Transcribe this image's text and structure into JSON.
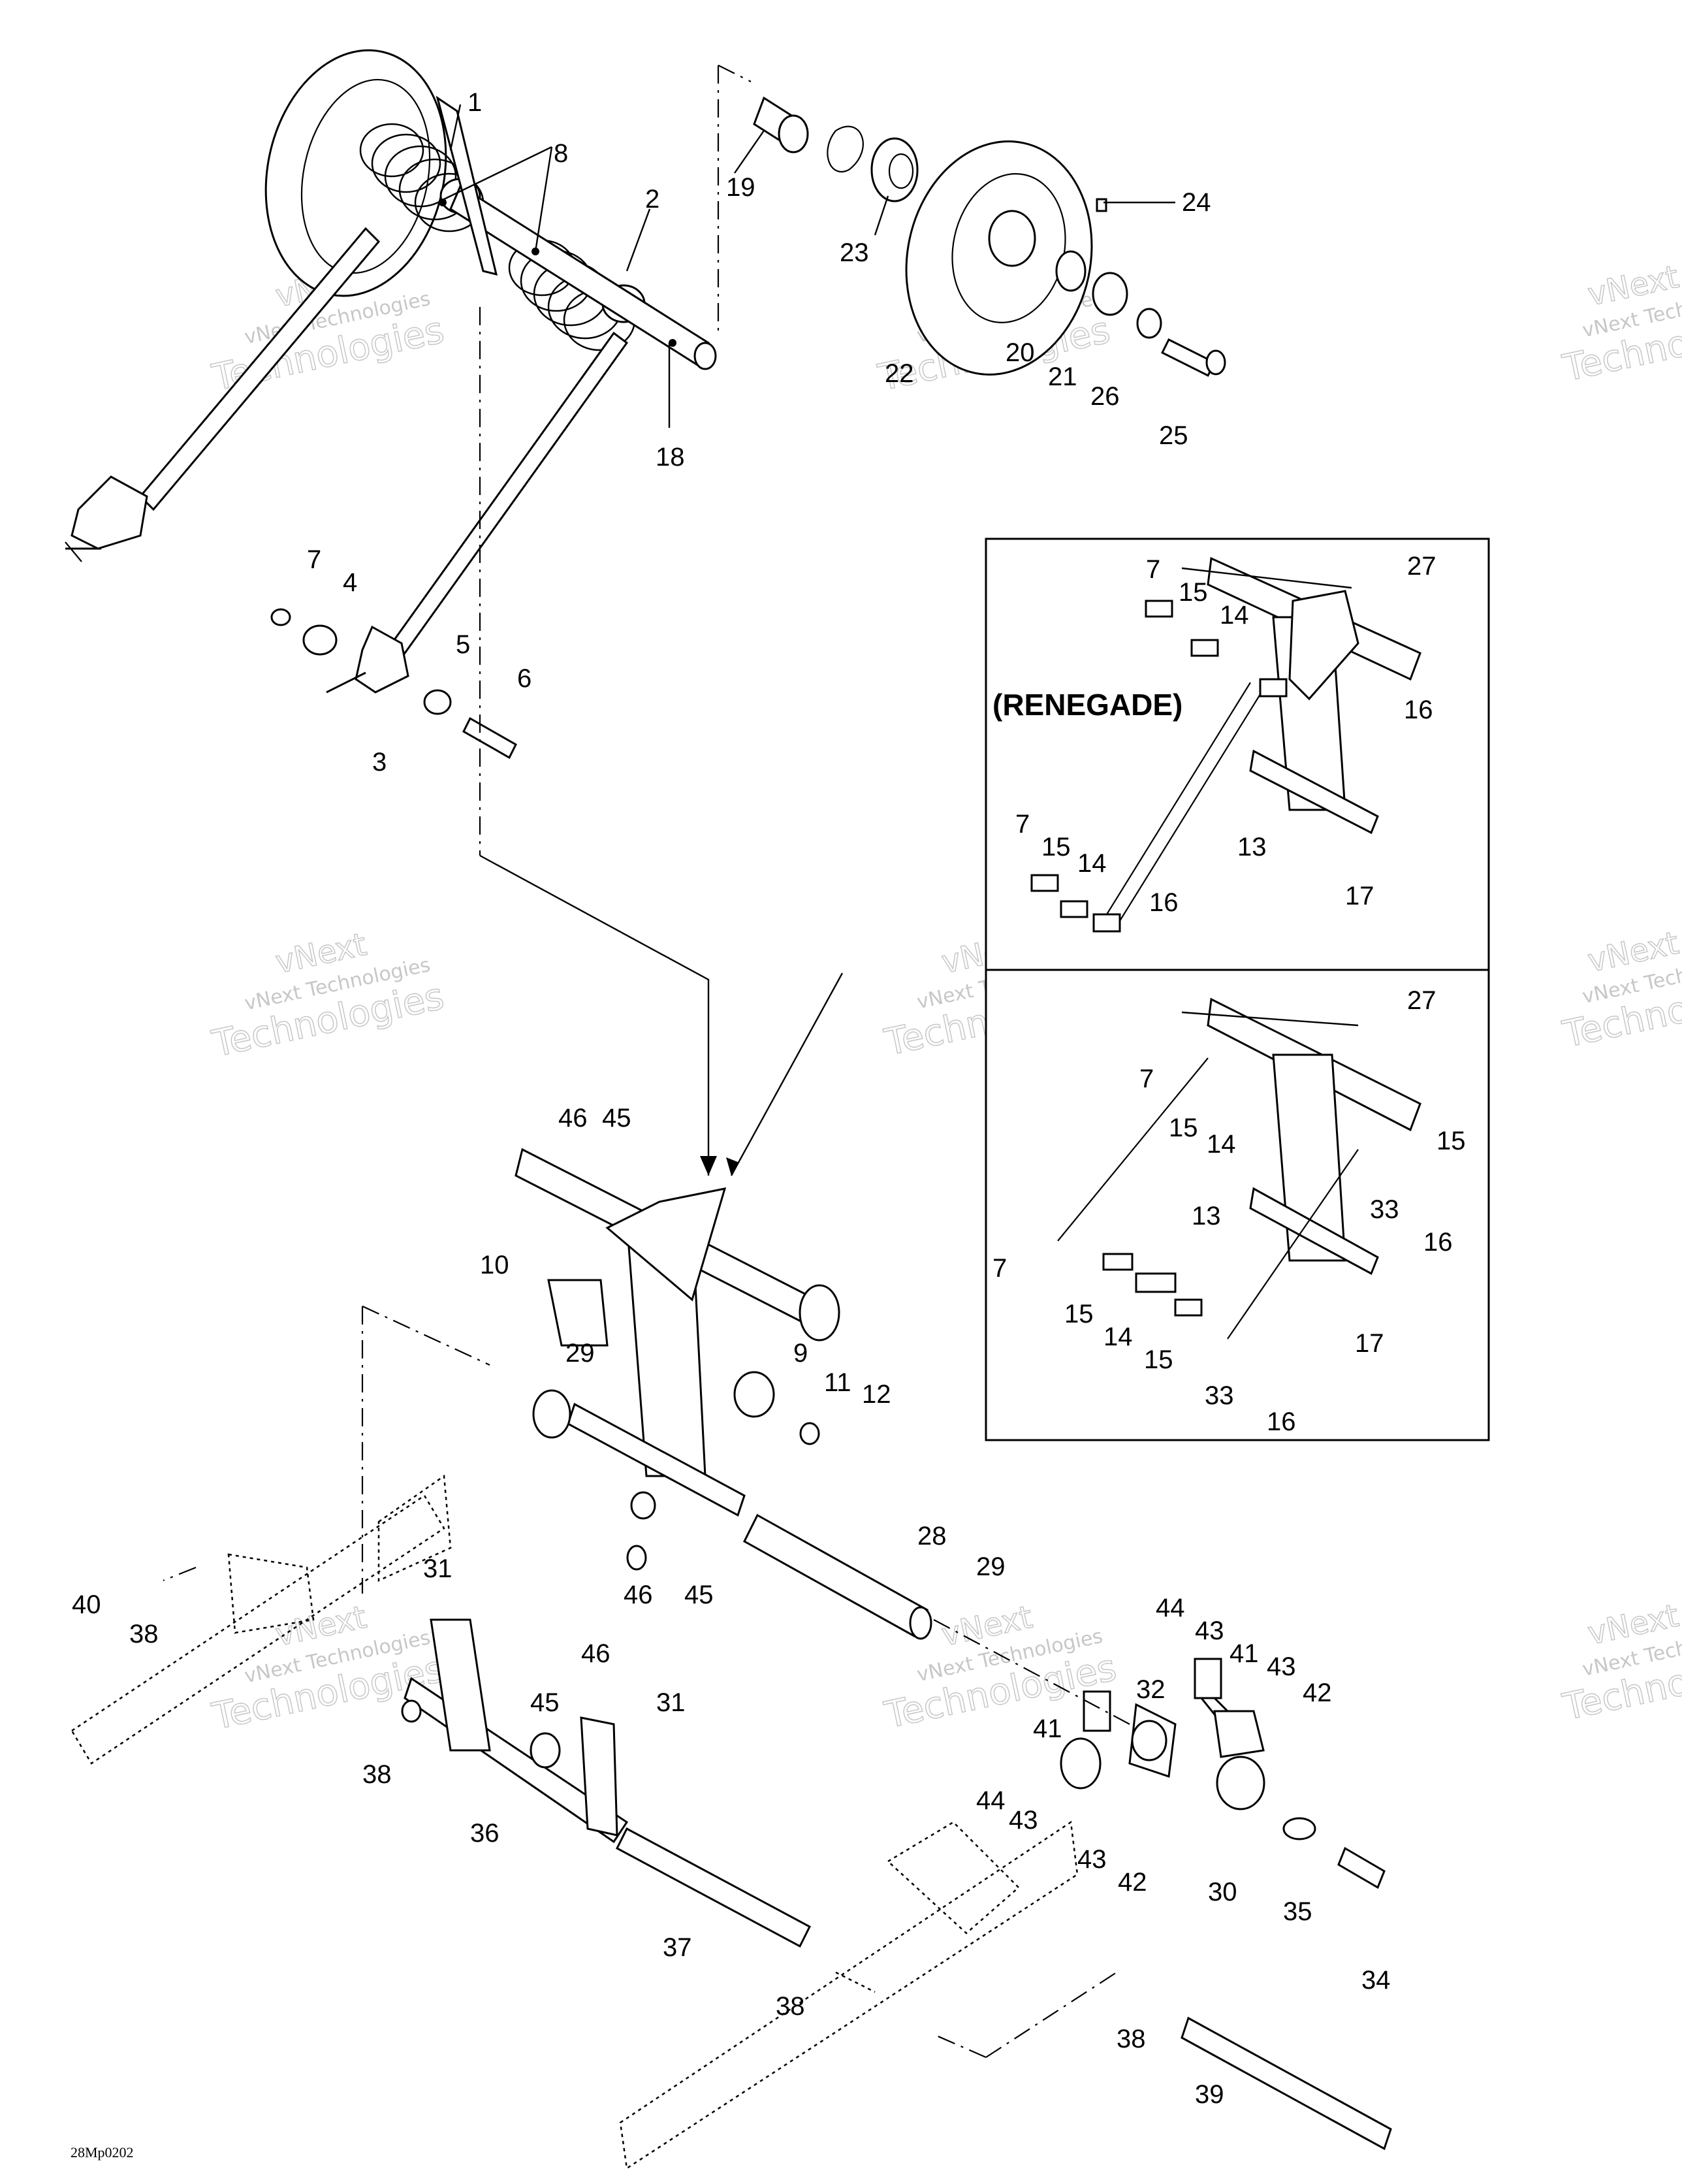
{
  "drawing_code": "28Mp0202",
  "variant_label": "(RENEGADE)",
  "watermark": {
    "line1": "vNext",
    "line2": "vNext Technologies",
    "line3": "Technologies"
  },
  "callouts": {
    "c1": "1",
    "c2": "2",
    "c3": "3",
    "c4": "4",
    "c5": "5",
    "c6": "6",
    "c7": "7",
    "c8": "8",
    "c9": "9",
    "c10": "10",
    "c11": "11",
    "c12": "12",
    "c13": "13",
    "c14": "14",
    "c15": "15",
    "c16": "16",
    "c17": "17",
    "c18": "18",
    "c19": "19",
    "c20": "20",
    "c21": "21",
    "c22": "22",
    "c23": "23",
    "c24": "24",
    "c25": "25",
    "c26": "26",
    "c27": "27",
    "c28": "28",
    "c29": "29",
    "c30": "30",
    "c31": "31",
    "c32": "32",
    "c33": "33",
    "c34": "34",
    "c35": "35",
    "c36": "36",
    "c37": "37",
    "c38": "38",
    "c39": "39",
    "c40": "40",
    "c41": "41",
    "c42": "42",
    "c43": "43",
    "c44": "44",
    "c45": "45",
    "c46": "46"
  }
}
